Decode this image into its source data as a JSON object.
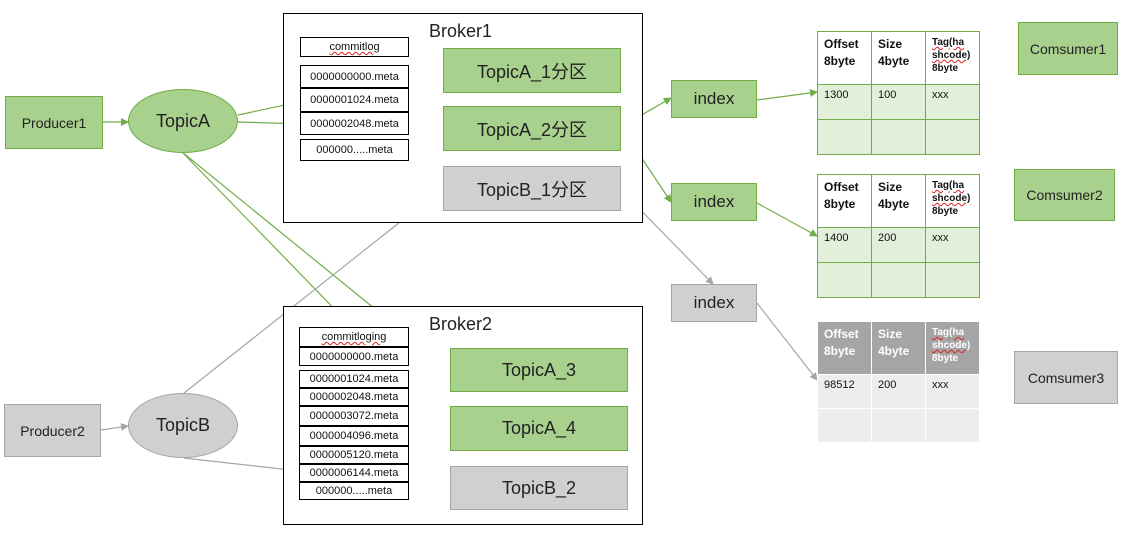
{
  "brokers": [
    {
      "title": "Broker1",
      "files": [
        "commitlog",
        "0000000000.meta",
        "0000001024.meta",
        "0000002048.meta",
        "000000.....meta"
      ]
    },
    {
      "title": "Broker2",
      "files": [
        "commitloging",
        "0000000000.meta",
        "0000001024.meta",
        "0000002048.meta",
        "0000003072.meta",
        "0000004096.meta",
        "0000005120.meta",
        "0000006144.meta",
        "000000.....meta"
      ]
    }
  ],
  "producers": [
    "Producer1",
    "Producer2"
  ],
  "topics": [
    "TopicA",
    "TopicB"
  ],
  "partitions": [
    "TopicA_1分区",
    "TopicA_2分区",
    "TopicB_1分区",
    "TopicA_3",
    "TopicA_4",
    "TopicB_2"
  ],
  "indexes": [
    "index",
    "index",
    "index"
  ],
  "consumers": [
    "Comsumer1",
    "Comsumer2",
    "Comsumer3"
  ],
  "index_tables": [
    {
      "headers": [
        "Offset 8byte",
        "Size 4byte",
        "Tag(hashcode) 8byte"
      ],
      "tag_lines": [
        "Tag(ha",
        "shcode)",
        "8byte"
      ],
      "row": [
        "1300",
        "100",
        "xxx"
      ]
    },
    {
      "headers": [
        "Offset 8byte",
        "Size 4byte",
        "Tag(hashcode) 8byte"
      ],
      "tag_lines": [
        "Tag(ha",
        "shcode)",
        "8byte"
      ],
      "row": [
        "1400",
        "200",
        "xxx"
      ]
    },
    {
      "headers": [
        "Offset 8byte",
        "Size 4byte",
        "Tag(hashcode) 8byte"
      ],
      "tag_lines": [
        "Tag(ha",
        "shcode)",
        "8byte"
      ],
      "row": [
        "98512",
        "200",
        "xxx"
      ]
    }
  ],
  "header_lines": {
    "offset": [
      "Offset",
      "8byte"
    ],
    "size": [
      "Size",
      "4byte"
    ]
  },
  "colors": {
    "green_fill": "#a9d18e",
    "green_border": "#70ad47",
    "gray_fill": "#d0d0d0",
    "gray_border": "#a5a5a5",
    "red_arrow": "#e02020"
  }
}
